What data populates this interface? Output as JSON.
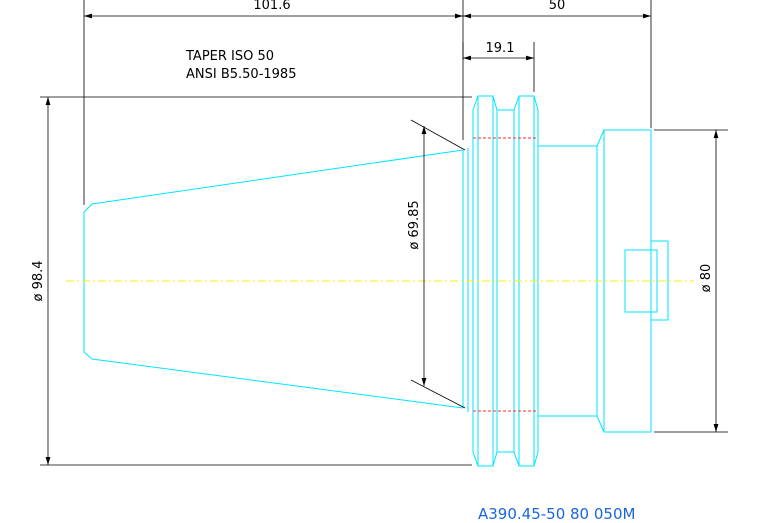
{
  "drawing": {
    "notes": {
      "line1": "TAPER ISO 50",
      "line2": "ANSI B5.50-1985"
    },
    "dimensions": {
      "length_taper": "101.6",
      "length_body": "50",
      "flange_width": "19.1",
      "dia_outer": "ø 98.4",
      "dia_gauge": "ø 69.85",
      "dia_body": "ø 80"
    },
    "part_number": "A390.45-50 80 050M"
  },
  "colors": {
    "outline": "#00e5ff",
    "dimension": "#000000",
    "centerline": "#ffee00",
    "hidden": "#ff2a2a",
    "part_label": "#1a66d9"
  }
}
